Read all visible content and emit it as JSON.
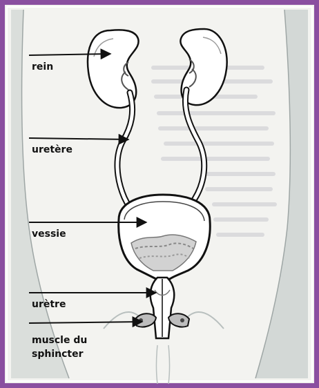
{
  "labels": {
    "rein": "rein",
    "uretere": "uretère",
    "vessie": "vessie",
    "uretre": "urètre",
    "sphincter_line1": "muscle du",
    "sphincter_line2": "sphincter"
  },
  "colors": {
    "frame": "#8a4fa0",
    "frame_inner": "#ffffff",
    "paper": "#f3f3f0",
    "body_tint": "#c4cccb",
    "ink": "#111111",
    "organ_fill": "#ffffff",
    "shading": "#7d7d7d"
  }
}
